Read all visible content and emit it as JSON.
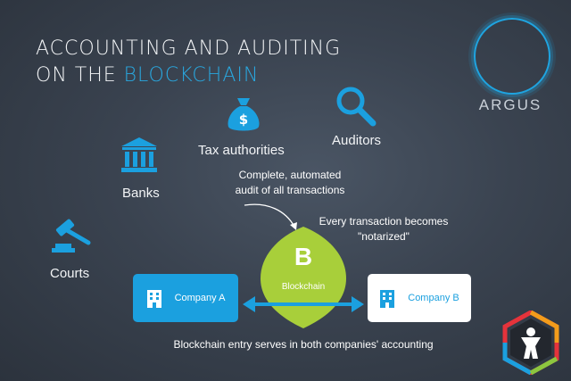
{
  "title": {
    "line1": "ACCOUNTING AND AUDITING",
    "line2_prefix": "ON THE ",
    "line2_accent": "BLOCKCHAIN"
  },
  "logo": {
    "text": "ARGUS"
  },
  "stakeholders": {
    "tax": "Tax authorities",
    "auditors": "Auditors",
    "banks": "Banks",
    "courts": "Courts"
  },
  "notes": {
    "audit_line1": "Complete, automated",
    "audit_line2": "audit of all transactions",
    "notarized_line1": "Every transaction becomes",
    "notarized_line2": "\"notarized\"",
    "footer": "Blockchain entry serves in both companies' accounting"
  },
  "blockchain": {
    "letter": "B",
    "label": "Blockchain"
  },
  "companies": {
    "a": "Company A",
    "b": "Company B"
  },
  "colors": {
    "accent": "#29a8e0",
    "leaf": "#a8cf3a",
    "background": "#3a4350"
  }
}
